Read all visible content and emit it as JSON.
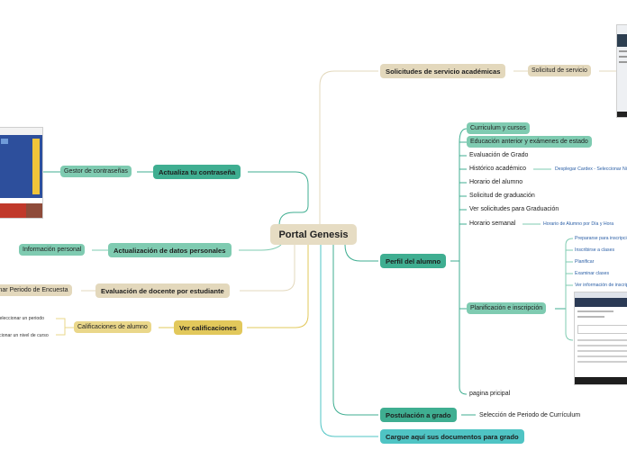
{
  "root": {
    "label": "Portal Genesis"
  },
  "right": {
    "solicitudes": {
      "label": "Solicitudes de servicio académicas",
      "child": "Solicitud de servicio"
    },
    "perfil": {
      "label": "Perfil del alumno",
      "items": [
        "Curriculum y cursos",
        "Educación anterior y exámenes de estado",
        "Evaluación de Grado",
        "Histórico académico",
        "Horario del alumno",
        "Solicitud de graduación",
        "Ver solicitudes para Graduación",
        "Horario semanal",
        "Planificación  e inscripción",
        "pagina pricipal"
      ],
      "historico_child": "Desplegar Cardex - Seleccionar Nivel",
      "horario_child": "Horario de Alumno por Día y Hora",
      "planificacion_children": [
        "Prepararse para inscripcion",
        "Inscribirse a clases",
        "Planificar",
        "Examinar clases",
        "Ver información de inscripción"
      ]
    },
    "postulacion": {
      "label": "Postulación a grado",
      "child": "Selección de Periodo de Currículum"
    },
    "cargue": {
      "label": "Cargue aquí sus documentos para grado"
    }
  },
  "left": {
    "contrasena": {
      "label": "Actualiza tu contraseña",
      "child": "Gestor de contraseñas"
    },
    "datos": {
      "label": "Actualización de datos personales",
      "child": "Información personal"
    },
    "evaluacion": {
      "label": "Evaluación de docente por estudiante",
      "child": "Seleccionar Periodo de Encuesta"
    },
    "calificaciones": {
      "label": "Ver calificaciones",
      "child": "Calificaciones de alumno",
      "grandchildren": [
        "Seleccionar un periodo",
        "Seleccionar un nivel de curso"
      ]
    }
  },
  "colors": {
    "tan": "#e3d8bc",
    "teal": "#3fae91",
    "teal_light": "#7fcbb1",
    "cyan": "#4fc4c4",
    "yellow": "#e2c85b",
    "line_link": "#2b5fa6"
  },
  "thumbnails": [
    "screenshot-left",
    "screenshot-top-right",
    "screenshot-right"
  ]
}
